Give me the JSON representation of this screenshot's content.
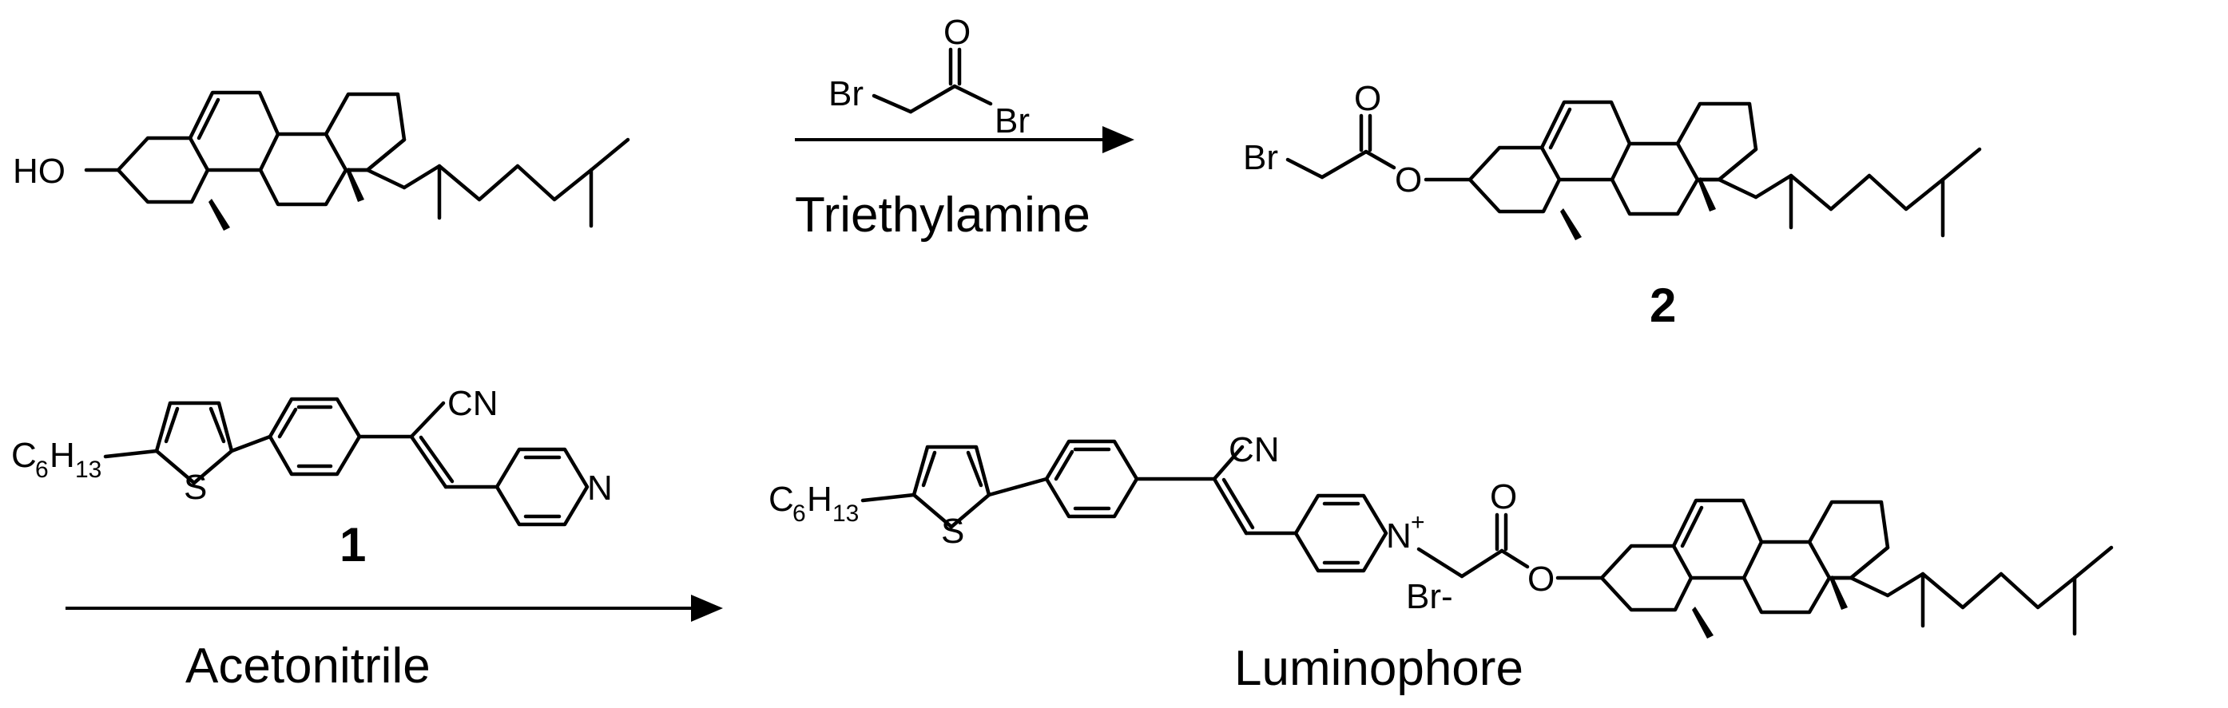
{
  "reaction1": {
    "reactant_oh": "HO",
    "reagent_br1": "Br",
    "reagent_o": "O",
    "reagent_br2": "Br",
    "condition": "Triethylamine"
  },
  "product2": {
    "br": "Br",
    "o_carbonyl": "O",
    "o_ester": "O",
    "label": "2"
  },
  "reaction2": {
    "hexyl_c": "C",
    "hexyl_c_sub": "6",
    "hexyl_h": "H",
    "hexyl_h_sub": "13",
    "s": "S",
    "cn": "CN",
    "n": "N",
    "label": "1",
    "condition": "Acetonitrile"
  },
  "luminophore": {
    "hexyl_c": "C",
    "hexyl_c_sub": "6",
    "hexyl_h": "H",
    "hexyl_h_sub": "13",
    "s": "S",
    "cn": "CN",
    "n": "N",
    "n_charge": "+",
    "o_carbonyl": "O",
    "o_ester": "O",
    "counterion": "Br-",
    "label": "Luminophore"
  }
}
